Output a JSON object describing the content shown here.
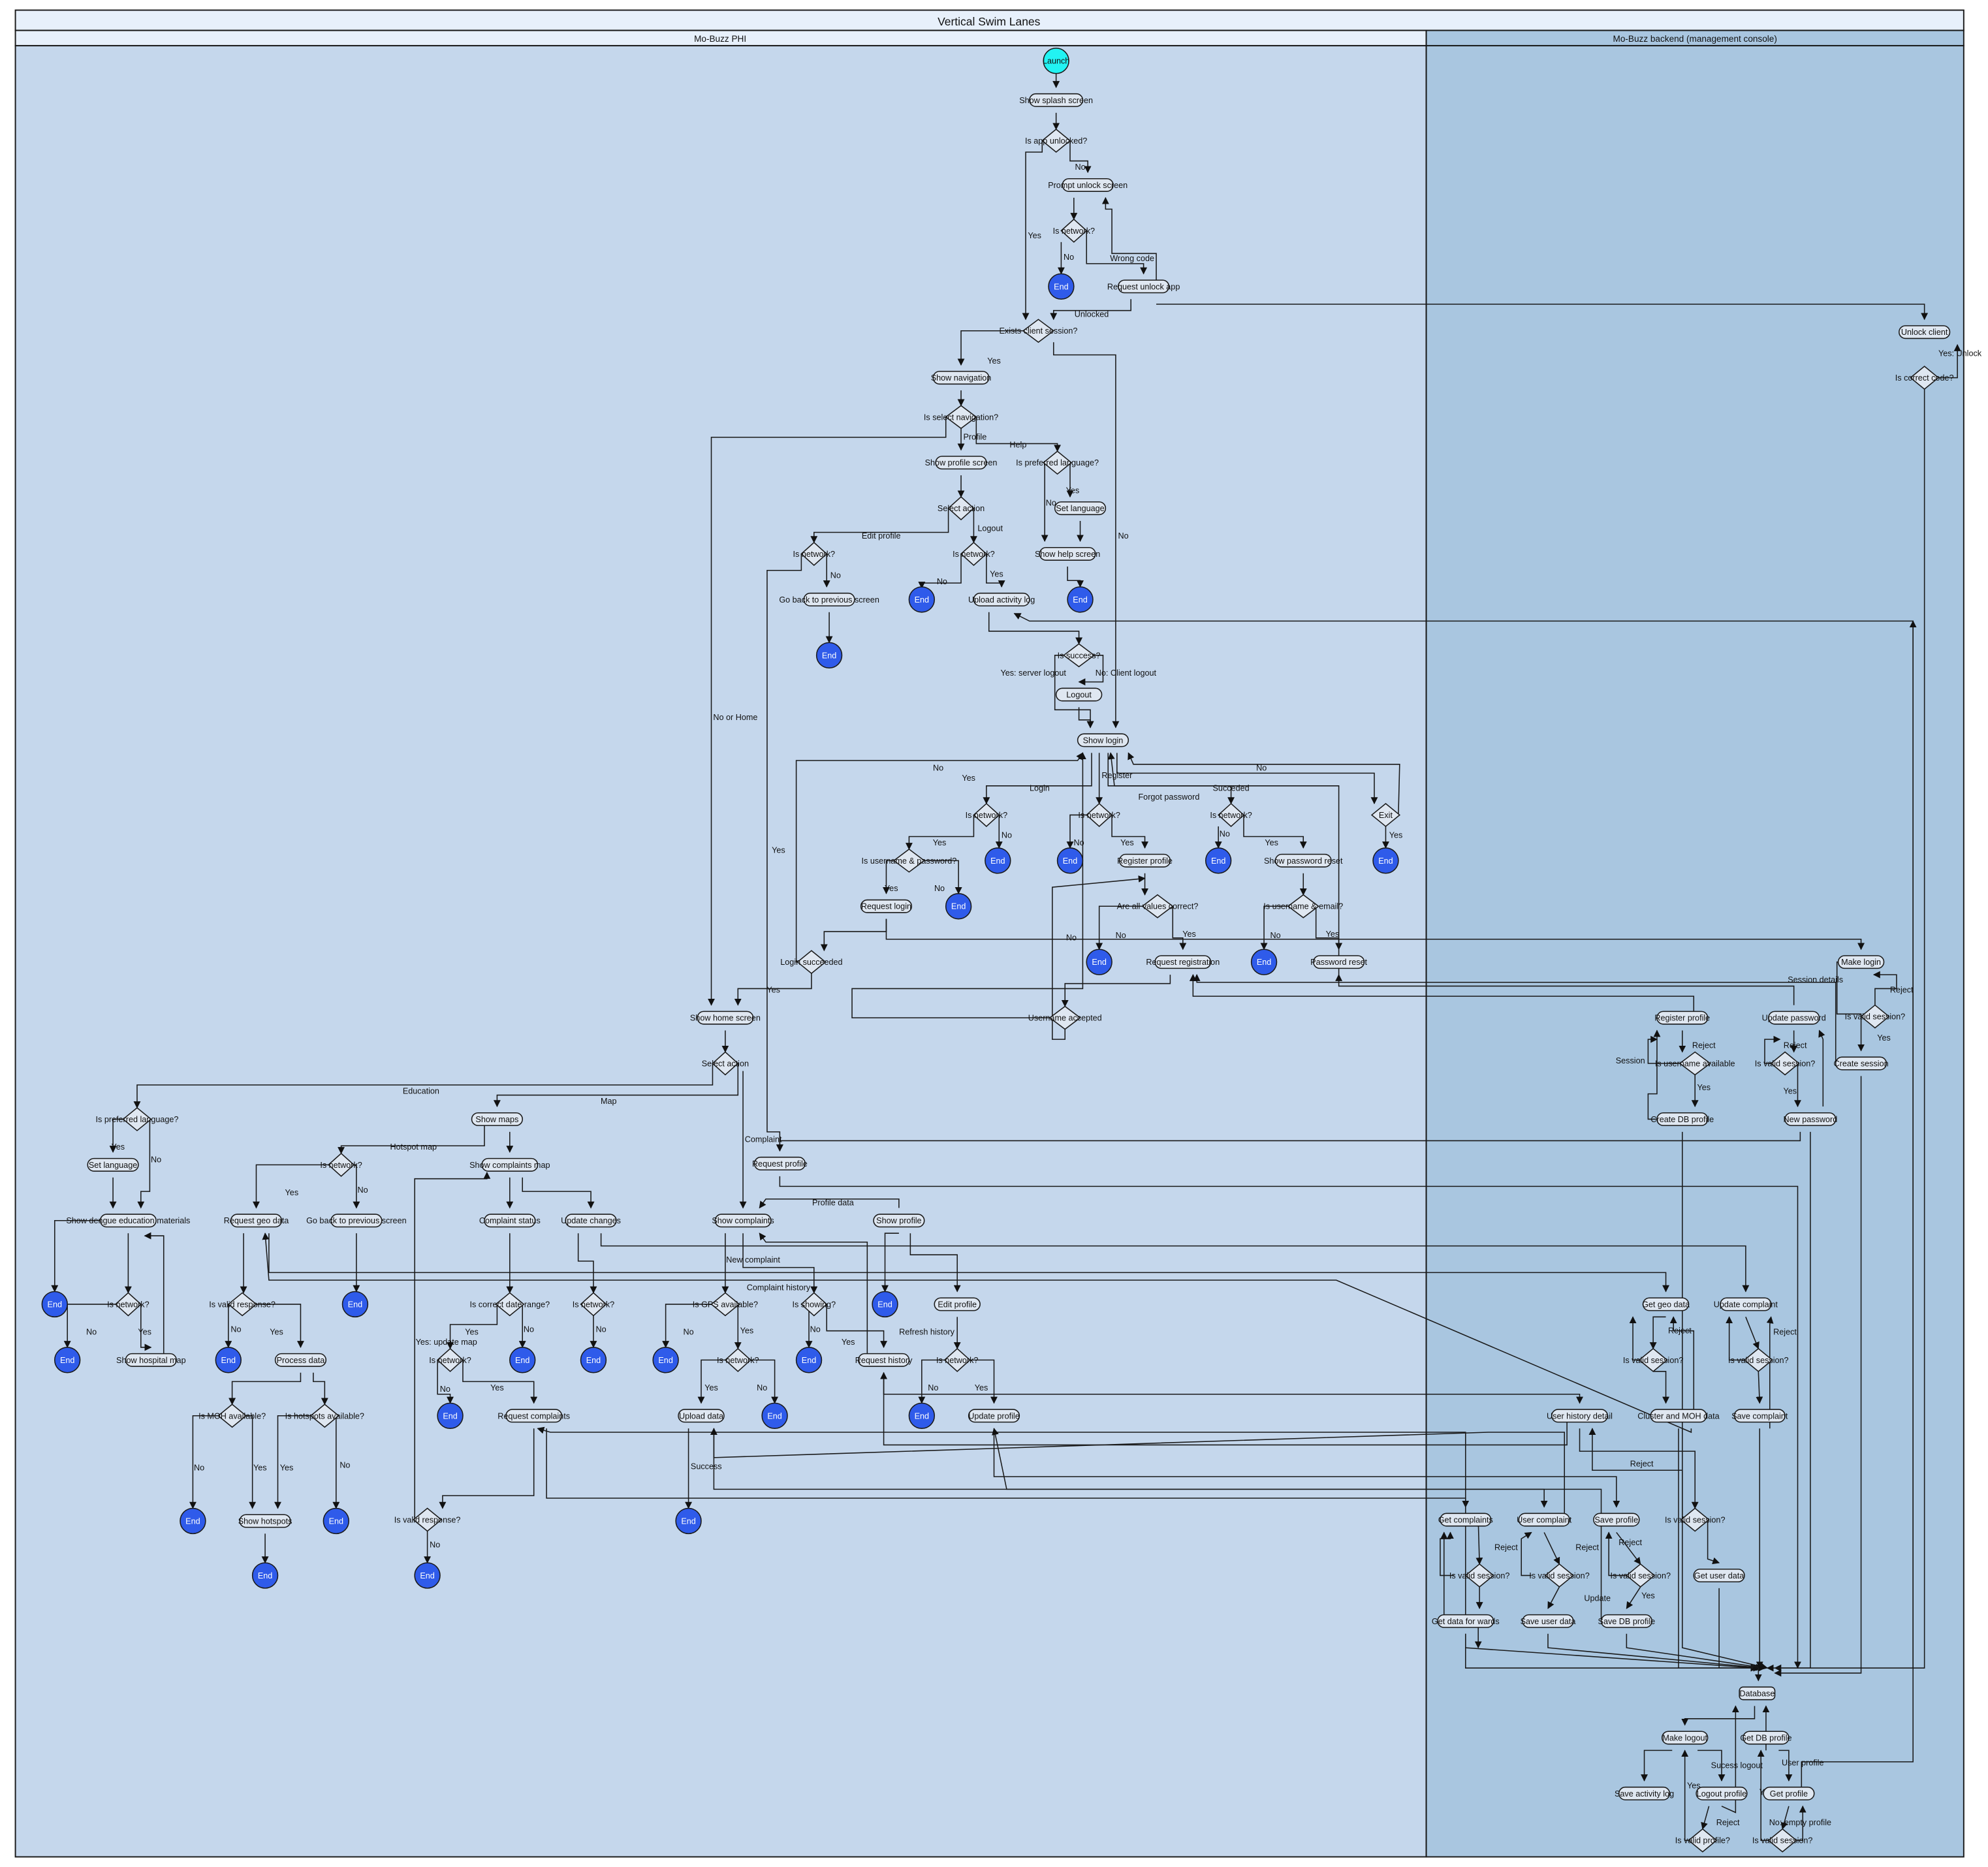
{
  "title": "Vertical Swim Lanes",
  "lanes": {
    "left": "Mo-Buzz PHI",
    "right": "Mo-Buzz backend (management console)"
  },
  "nodes": {
    "launch": "Launch",
    "splash": "Show splash screen",
    "app_unlocked": "Is app unlocked?",
    "prompt_unlock": "Prompt unlock screen",
    "is_network_unlock": "Is network?",
    "request_unlock": "Request unlock app",
    "exists_session": "Exists client session?",
    "show_navigation": "Show navigation",
    "select_navigation": "Is select navigation?",
    "show_profile_screen": "Show profile screen",
    "preferred_lang_help": "Is preferred language?",
    "set_language_help": "Set language",
    "show_help_screen": "Show help screen",
    "select_action_profile": "Select action",
    "is_network_edit": "Is network?",
    "is_network_logout": "Is network?",
    "go_back_prev": "Go back to previous screen",
    "upload_activity_log": "Upload activity log",
    "is_success": "Is success?",
    "logout": "Logout",
    "show_login": "Show login",
    "is_network_login": "Is network?",
    "is_network_register": "Is network?",
    "is_network_forgot": "Is network?",
    "exit": "Exit",
    "username_password": "Is username & password?",
    "register_profile_phi": "Register profile",
    "show_password_reset": "Show password reset",
    "request_login": "Request login",
    "all_values_correct": "Are all values correct?",
    "username_email": "Is username & email?",
    "login_succeeded": "Login succeeded",
    "request_registration": "Request registration",
    "password_reset": "Password reset",
    "username_accepted": "Username accepted",
    "show_home": "Show home screen",
    "select_action_home": "Select action",
    "preferred_lang_edu": "Is preferred language?",
    "set_language_edu": "Set language",
    "show_dengue": "Show dengue education materials",
    "is_network_edu": "Is network?",
    "show_hospital_map": "Show hospital map",
    "show_maps": "Show maps",
    "is_network_map": "Is network?",
    "request_geo": "Request geo data",
    "go_back_map": "Go back to previous screen",
    "valid_response_geo": "Is valid response?",
    "process_data": "Process data",
    "moh_available": "Is MOH available?",
    "hotspots_available": "Is hotspots available?",
    "show_hotspots": "Show hotspots",
    "show_complaints_map": "Show complaints map",
    "complaint_status": "Complaint status",
    "update_changes": "Update changes",
    "correct_date_range": "Is correct date range?",
    "is_network_cmap": "Is network?",
    "is_network_update": "Is network?",
    "request_complaints": "Request complaints",
    "valid_response_cmap": "Is valid response?",
    "show_complaints": "Show complaints",
    "gps_available": "Is GPS available?",
    "is_showing": "Is showing?",
    "is_network_upload": "Is network?",
    "upload_data": "Upload data",
    "request_history": "Request history",
    "request_profile_phi": "Request profile",
    "show_profile": "Show profile",
    "edit_profile": "Edit profile",
    "is_network_profile": "Is network?",
    "update_profile": "Update profile",
    "unlock_client": "Unlock client",
    "is_correct_code": "Is correct code?",
    "make_login": "Make login",
    "valid_session_login": "Is valid session?",
    "create_session": "Create session",
    "register_profile_be": "Register profile",
    "username_available": "Is username available",
    "create_db_profile": "Create DB profile",
    "update_password": "Update password",
    "valid_session_pw": "Is valid session?",
    "new_password": "New password",
    "get_geo": "Get geo data",
    "valid_session_geo": "Is valid session?",
    "cluster_moh": "Cluster and MOH data",
    "update_complaint": "Update complaint",
    "valid_session_uc": "Is valid session?",
    "save_complaint": "Save complaint",
    "user_history_detail": "User history detail",
    "valid_session_hist": "Is valid session?",
    "get_user_data": "Get user data",
    "get_complaints": "Get complaints",
    "valid_session_gc": "Is valid session?",
    "get_data_wards": "Get data for wards",
    "user_complaint": "User complaint",
    "valid_session_ucomp": "Is valid session?",
    "save_user_data": "Save user data",
    "save_profile": "Save profile",
    "valid_session_sp": "Is valid session?",
    "save_db_profile": "Save DB profile",
    "database": "Database",
    "make_logout": "Make logout",
    "save_activity_log": "Save activity log",
    "logout_profile": "Logout profile",
    "valid_profile": "Is valid profile?",
    "get_db_profile": "Get DB profile",
    "get_profile": "Get profile",
    "valid_session_gp": "Is valid session?",
    "end": "End"
  },
  "edge_labels": {
    "no": "No",
    "yes": "Yes",
    "wrong_code": "Wrong code",
    "unlocked": "Unlocked",
    "profile": "Profile",
    "help": "Help",
    "logout": "Logout",
    "edit_profile": "Edit profile",
    "yes_server_logout": "Yes: server logout",
    "no_client_logout": "No: Client logout",
    "login": "Login",
    "register": "Register",
    "forgot_password": "Forgot password",
    "succeded": "Succeded",
    "no_or_home": "No or Home",
    "education": "Education",
    "map": "Map",
    "hotspot_map": "Hotspot map",
    "complaint": "Complaint",
    "profile_data": "Profile data",
    "new_complaint": "New complaint",
    "complaint_history": "Complaint history",
    "refresh_history": "Refresh history",
    "yes_update_map": "Yes: update map",
    "success": "Success",
    "yes_unlock": "Yes: Unlock",
    "session_details": "Session details",
    "session": "Session",
    "reject": "Reject",
    "update": "Update",
    "sucess_logout": "Sucess logout",
    "user_profile": "User profile",
    "no_empty_profile": "No: empty profile"
  },
  "colors": {
    "lane_left": "#c5d7ec",
    "lane_right": "#a9c6e0",
    "header": "#e7f0fb",
    "node_fill": "#dfe7f1",
    "end_fill": "#2f5bea",
    "launch_fill": "#22f3f3",
    "stroke": "#1a1a1a"
  }
}
